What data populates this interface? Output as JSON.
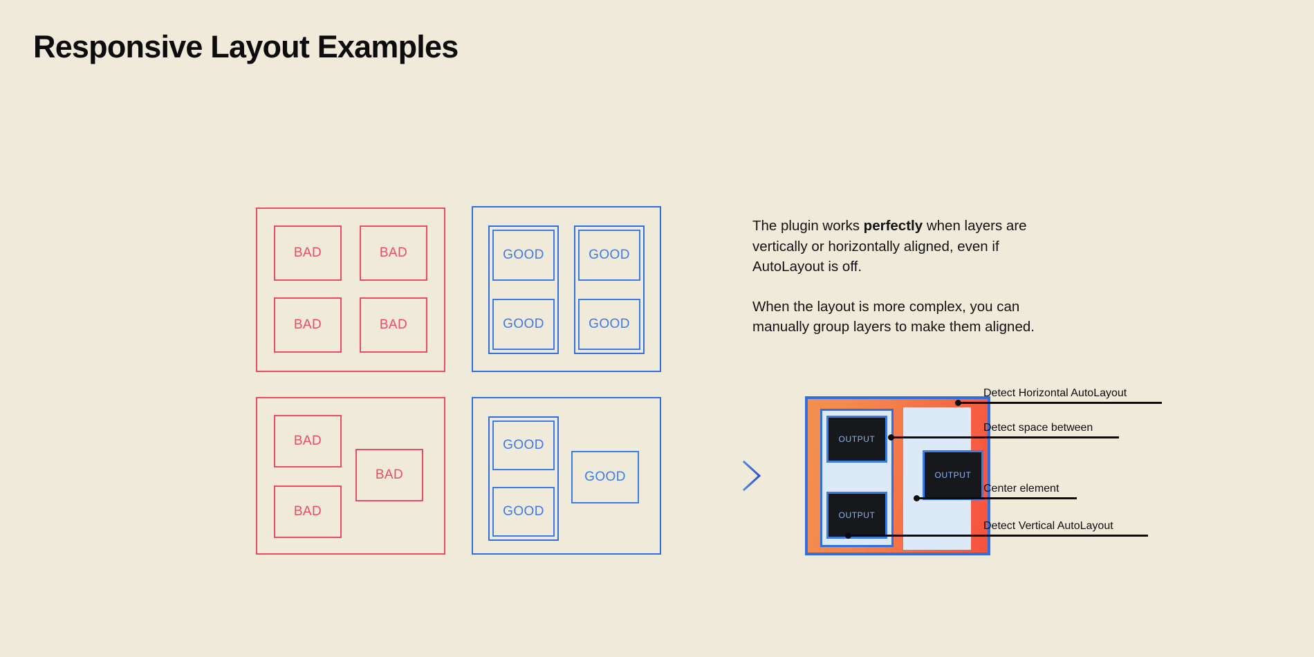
{
  "page": {
    "title": "Responsive Layout Examples",
    "background_color": "#F0EADB"
  },
  "colors": {
    "bad": "#ED4B63",
    "good": "#2F6FE0",
    "good_cell": "#3A7BE8",
    "text": "#0C0C0C",
    "orange": "#F4904F",
    "red": "#F5523E",
    "panel": "#DCEAF8",
    "output_bg": "#16181C",
    "output_text": "#8FB6F2"
  },
  "examples": {
    "bad_grid": {
      "kind": "bad",
      "cells": [
        {
          "label": "BAD"
        },
        {
          "label": "BAD"
        },
        {
          "label": "BAD"
        },
        {
          "label": "BAD"
        }
      ]
    },
    "good_grid": {
      "kind": "good",
      "cells": [
        {
          "label": "GOOD"
        },
        {
          "label": "GOOD"
        },
        {
          "label": "GOOD"
        },
        {
          "label": "GOOD"
        }
      ]
    },
    "bad_complex": {
      "kind": "bad",
      "cells": [
        {
          "label": "BAD"
        },
        {
          "label": "BAD"
        },
        {
          "label": "BAD"
        }
      ]
    },
    "good_complex": {
      "kind": "good",
      "cells": [
        {
          "label": "GOOD"
        },
        {
          "label": "GOOD"
        },
        {
          "label": "GOOD"
        }
      ]
    }
  },
  "copy": {
    "paragraph_1": {
      "before": "The plugin works ",
      "emphasis": "perfectly",
      "after": " when layers are vertically or horizontally aligned, even if AutoLayout is off."
    },
    "paragraph_2": "When the layout is more complex, you can manually group layers to make them aligned."
  },
  "arrow": {
    "icon": "dashed-arrow-right-icon"
  },
  "demo": {
    "outputs": [
      {
        "label": "OUTPUT"
      },
      {
        "label": "OUTPUT"
      },
      {
        "label": "OUTPUT"
      }
    ],
    "annotations": [
      {
        "label": "Detect Horizontal AutoLayout"
      },
      {
        "label": "Detect space between"
      },
      {
        "label": "Center element"
      },
      {
        "label": "Detect Vertical AutoLayout"
      }
    ]
  }
}
